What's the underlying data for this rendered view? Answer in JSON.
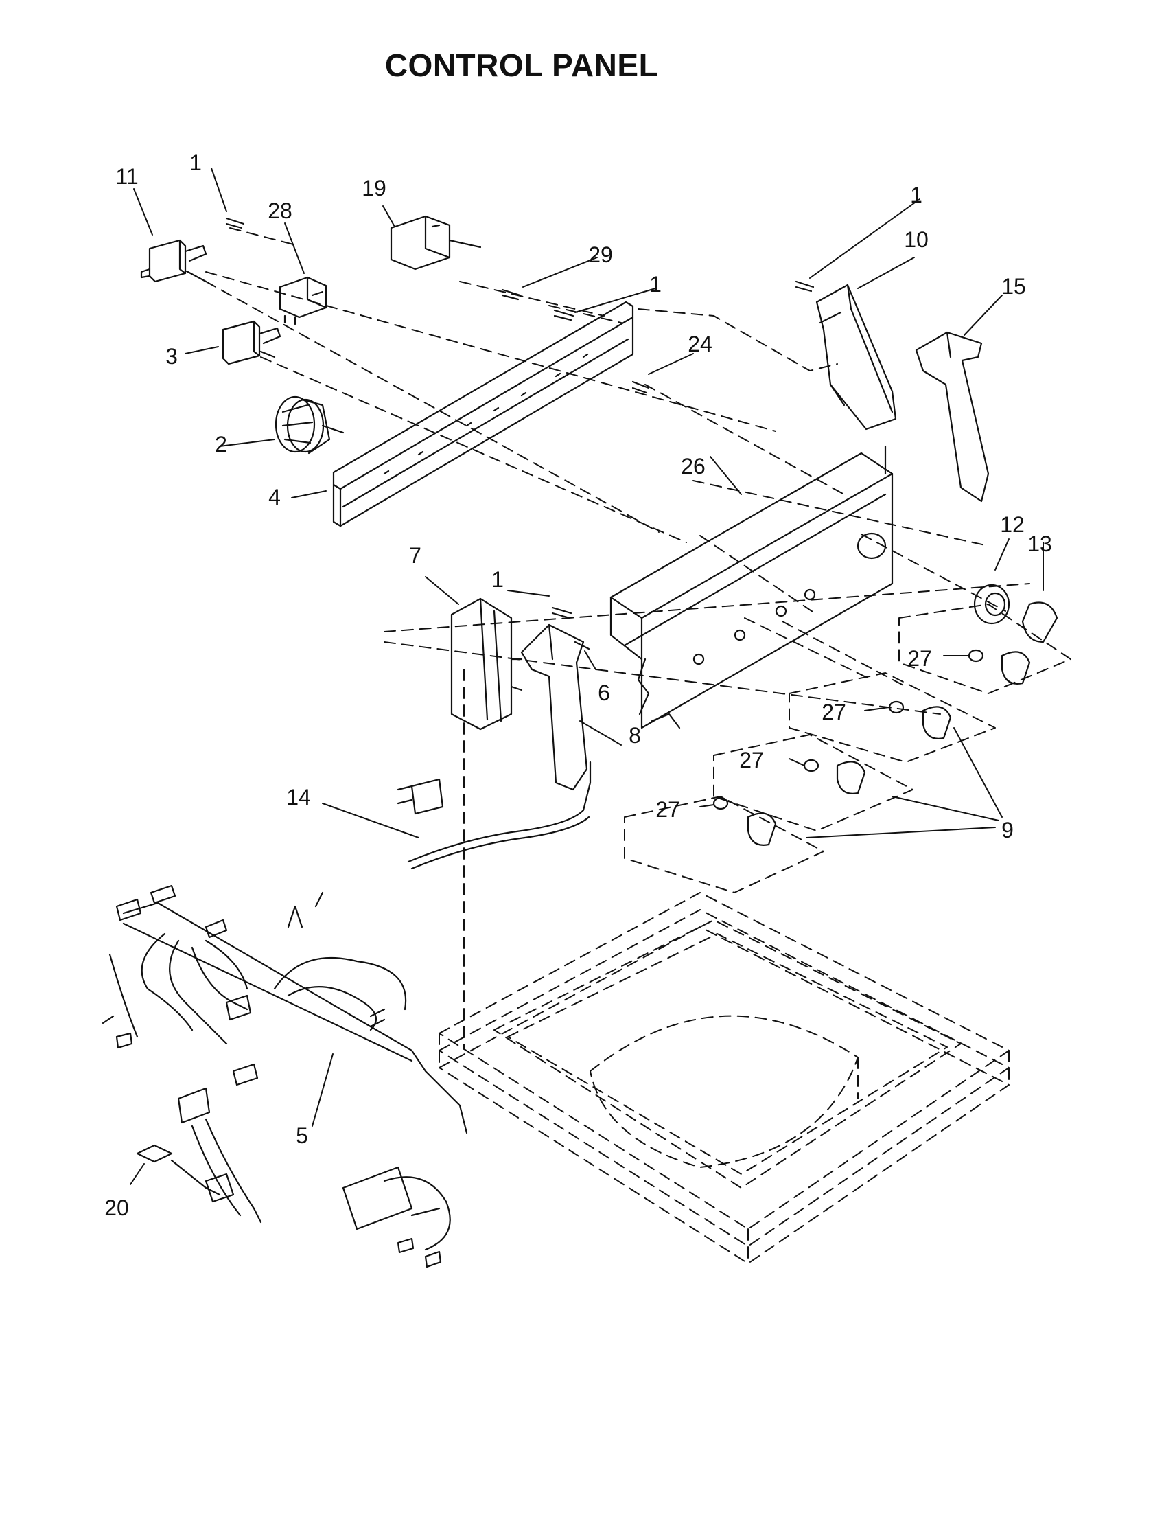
{
  "diagram": {
    "title": "CONTROL PANEL",
    "callouts": [
      "11",
      "1",
      "28",
      "19",
      "1",
      "29",
      "1",
      "10",
      "15",
      "3",
      "24",
      "2",
      "26",
      "4",
      "12",
      "13",
      "7",
      "1",
      "6",
      "27",
      "8",
      "27",
      "27",
      "27",
      "14",
      "9",
      "5",
      "20"
    ],
    "colors": {
      "ink": "#111111",
      "background": "#ffffff"
    }
  }
}
